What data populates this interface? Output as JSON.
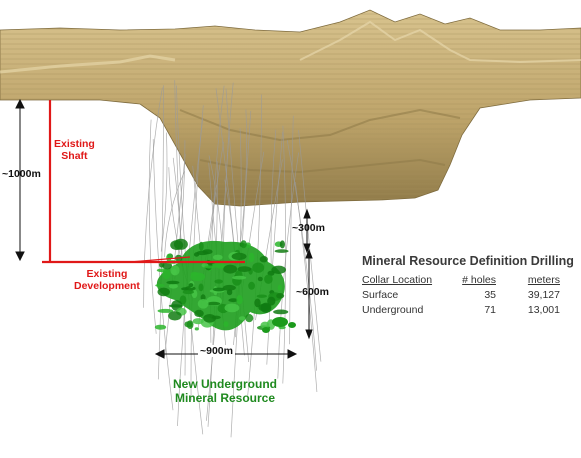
{
  "labels": {
    "existing_shaft": [
      "Existing",
      "Shaft"
    ],
    "existing_development": [
      "Existing",
      "Development"
    ],
    "new_resource": [
      "New Underground",
      "Mineral Resource"
    ],
    "depth_total": "~1000m",
    "depth_to_resource": "~300m",
    "resource_height": "~600m",
    "resource_width": "~900m"
  },
  "drilling_table": {
    "title": "Mineral Resource Definition Drilling",
    "headers": [
      "Collar Location",
      "# holes",
      "meters"
    ],
    "rows": [
      [
        "Surface",
        "35",
        "39,127"
      ],
      [
        "Underground",
        "71",
        "13,001"
      ]
    ]
  },
  "colors": {
    "pit_surface": "#c9b27a",
    "pit_shadow": "#9a8550",
    "shaft": "#e01818",
    "resource": "#22a022",
    "resource_label": "#1f8a1f",
    "drill_holes": "#9a9a9a"
  }
}
